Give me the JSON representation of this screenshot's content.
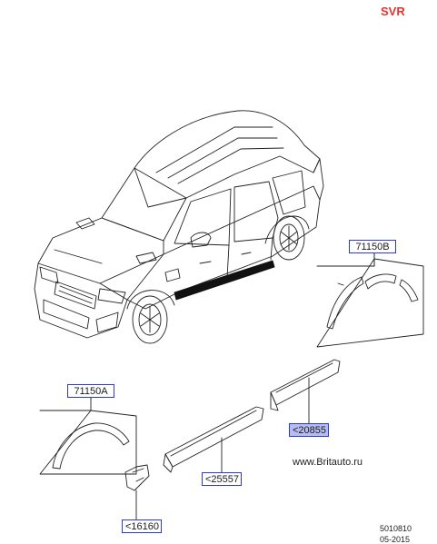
{
  "header": {
    "badge": "SVR"
  },
  "callouts": {
    "fender_set_b": "71150B",
    "fender_set_a": "71150A",
    "rear_sill": "<20855",
    "front_sill": "<25557",
    "bracket": "<16160"
  },
  "footer": {
    "website": "www.Britauto.ru",
    "diagram_number": "5010810",
    "diagram_date": "05-2015"
  },
  "colors": {
    "badge": "#e8322b",
    "callout_border": "#2b3bd1",
    "callout_fill": "#b7bcf2"
  }
}
